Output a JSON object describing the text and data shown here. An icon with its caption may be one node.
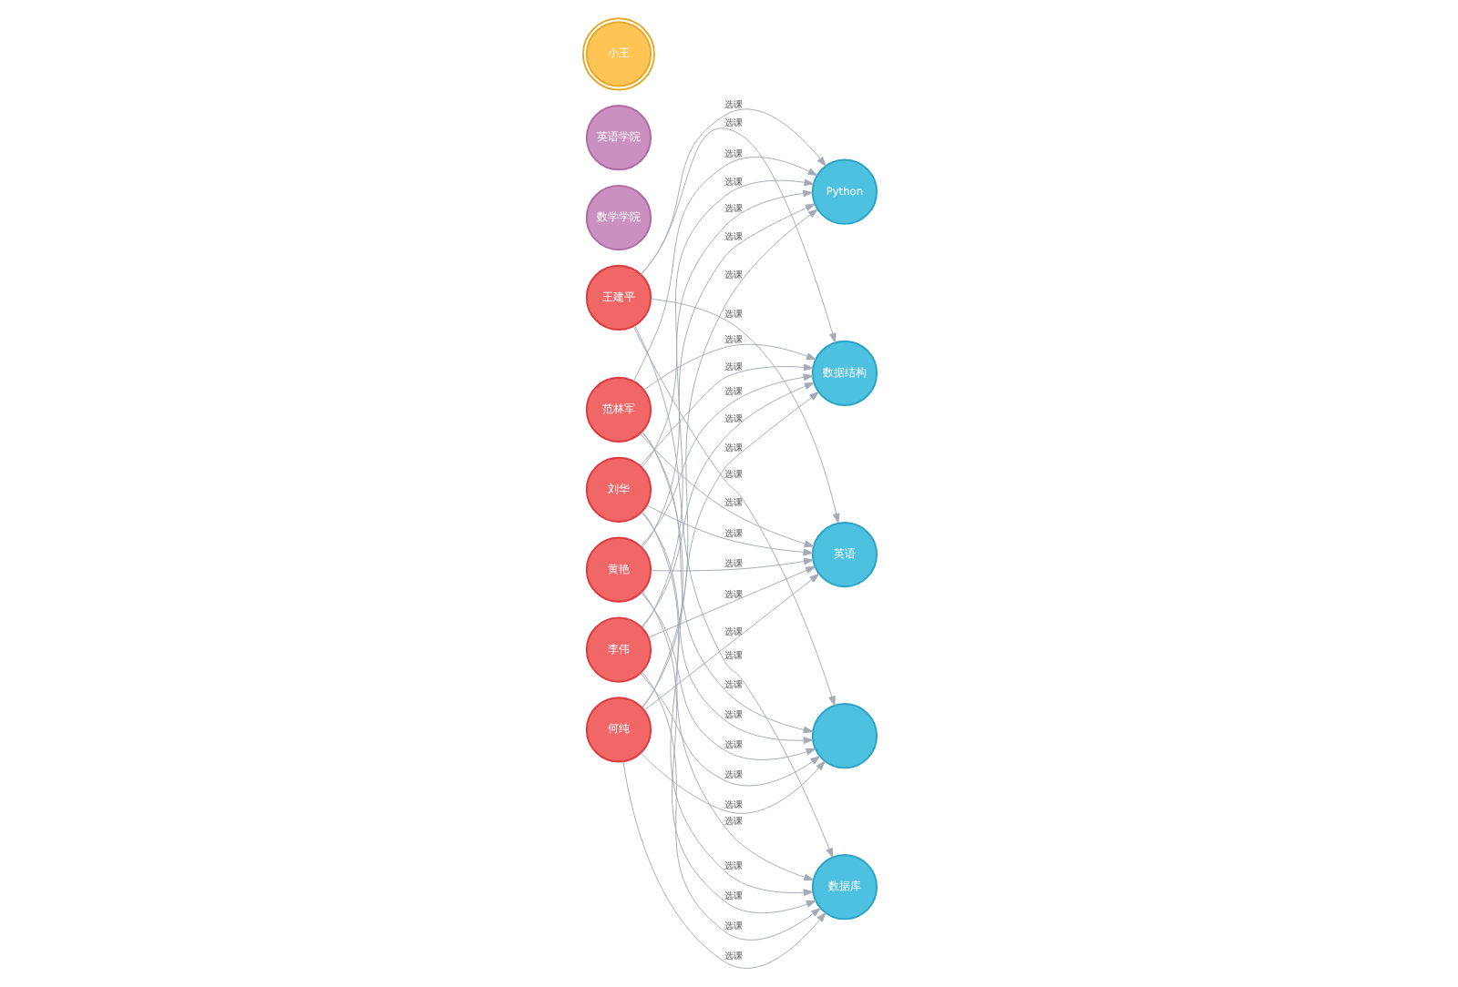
{
  "diagram": {
    "nodes": [
      {
        "text": [
          "Python"
        ]
      },
      {
        "text": [
          "数据结构"
        ]
      },
      {
        "text": [
          "王建平"
        ]
      },
      {
        "text": [
          "何纯"
        ]
      },
      {
        "text": [
          "数据库"
        ]
      },
      {
        "text": [
          "刘华"
        ]
      },
      {
        "text": [
          "黄艳"
        ]
      },
      {
        "text": [
          "李伟"
        ]
      },
      {
        "text": [
          "范林军"
        ]
      },
      {
        "text": [
          "英语"
        ]
      },
      {
        "text": [],
        "shape": "circle"
      },
      {
        "text": [
          "数学学院"
        ]
      },
      {
        "text": [
          "英语学院"
        ]
      },
      {
        "text": [
          "小王"
        ]
      }
    ],
    "edges": [
      {
        "from": 2,
        "to": 0,
        "arrow": "to",
        "label": "选课"
      },
      {
        "from": 2,
        "to": 1,
        "arrow": "to",
        "label": "选课"
      },
      {
        "from": 2,
        "to": 4,
        "arrow": "to",
        "label": "选课"
      },
      {
        "from": 2,
        "to": 9,
        "arrow": "to",
        "label": "选课"
      },
      {
        "from": 2,
        "to": 10,
        "arrow": "to",
        "label": "选课"
      },
      {
        "from": 3,
        "to": 0,
        "arrow": "to",
        "label": "选课"
      },
      {
        "from": 3,
        "to": 1,
        "arrow": "to",
        "label": "选课"
      },
      {
        "from": 3,
        "to": 4,
        "arrow": "to",
        "label": "选课"
      },
      {
        "from": 3,
        "to": 9,
        "arrow": "to",
        "label": "选课"
      },
      {
        "from": 3,
        "to": 10,
        "arrow": "to",
        "label": "选课"
      },
      {
        "from": 5,
        "to": 0,
        "arrow": "to",
        "label": "选课"
      },
      {
        "from": 5,
        "to": 1,
        "arrow": "to",
        "label": "选课"
      },
      {
        "from": 5,
        "to": 4,
        "arrow": "to",
        "label": "选课"
      },
      {
        "from": 5,
        "to": 9,
        "arrow": "to",
        "label": "选课"
      },
      {
        "from": 5,
        "to": 10,
        "arrow": "to",
        "label": "选课"
      },
      {
        "from": 6,
        "to": 0,
        "arrow": "to",
        "label": "选课"
      },
      {
        "from": 6,
        "to": 1,
        "arrow": "to",
        "label": "选课"
      },
      {
        "from": 6,
        "to": 4,
        "arrow": "to",
        "label": "选课"
      },
      {
        "from": 6,
        "to": 9,
        "arrow": "to",
        "label": "选课"
      },
      {
        "from": 6,
        "to": 10,
        "arrow": "to",
        "label": "选课"
      },
      {
        "from": 7,
        "to": 0,
        "arrow": "to",
        "label": "选课"
      },
      {
        "from": 7,
        "to": 1,
        "arrow": "to",
        "label": "选课"
      },
      {
        "from": 7,
        "to": 4,
        "arrow": "to",
        "label": "选课"
      },
      {
        "from": 7,
        "to": 9,
        "arrow": "to",
        "label": "选课"
      },
      {
        "from": 7,
        "to": 10,
        "arrow": "to",
        "label": "选课"
      },
      {
        "from": 8,
        "to": 0,
        "arrow": "to",
        "label": "选课"
      },
      {
        "from": 8,
        "to": 1,
        "arrow": "to",
        "label": "选课"
      },
      {
        "from": 8,
        "to": 4,
        "arrow": "to",
        "label": "选课"
      },
      {
        "from": 8,
        "to": 9,
        "arrow": "to",
        "label": "选课"
      },
      {
        "from": 8,
        "to": 10,
        "arrow": "to",
        "label": "选课"
      }
    ]
  }
}
